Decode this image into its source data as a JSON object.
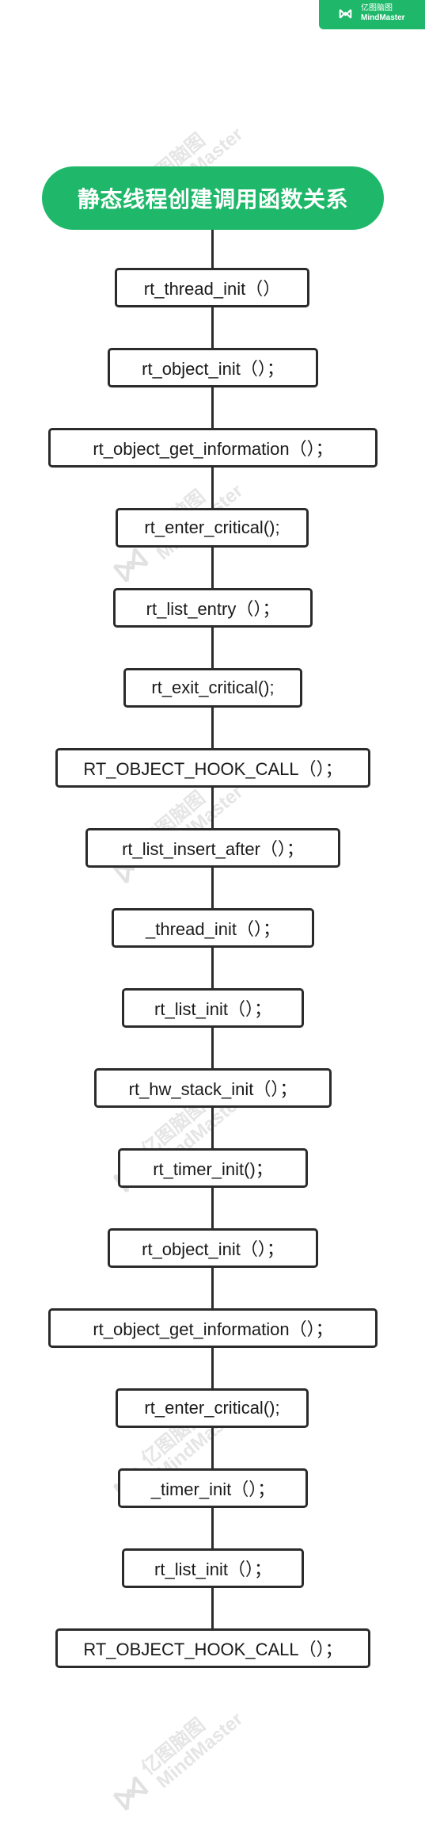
{
  "badge": {
    "cn": "亿图脑图",
    "en": "MindMaster"
  },
  "watermark": {
    "cn": "亿图脑图",
    "en": "MindMaster"
  },
  "colors": {
    "accent": "#1fb86a",
    "line": "#2b2b2b",
    "watermark": "#c6c6c6"
  },
  "diagram": {
    "root": "静态线程创建调用函数关系",
    "nodes": [
      "rt_thread_init（）",
      "rt_object_init（）；",
      "rt_object_get_information（）；",
      "rt_enter_critical();",
      "rt_list_entry（）；",
      "rt_exit_critical();",
      "RT_OBJECT_HOOK_CALL（）；",
      "rt_list_insert_after（）；",
      "_thread_init（）；",
      "rt_list_init（）；",
      "rt_hw_stack_init（）；",
      "rt_timer_init()；",
      "rt_object_init（）；",
      "rt_object_get_information（）；",
      "rt_enter_critical();",
      "_timer_init（）；",
      "rt_list_init（）；",
      "RT_OBJECT_HOOK_CALL（）；"
    ]
  }
}
